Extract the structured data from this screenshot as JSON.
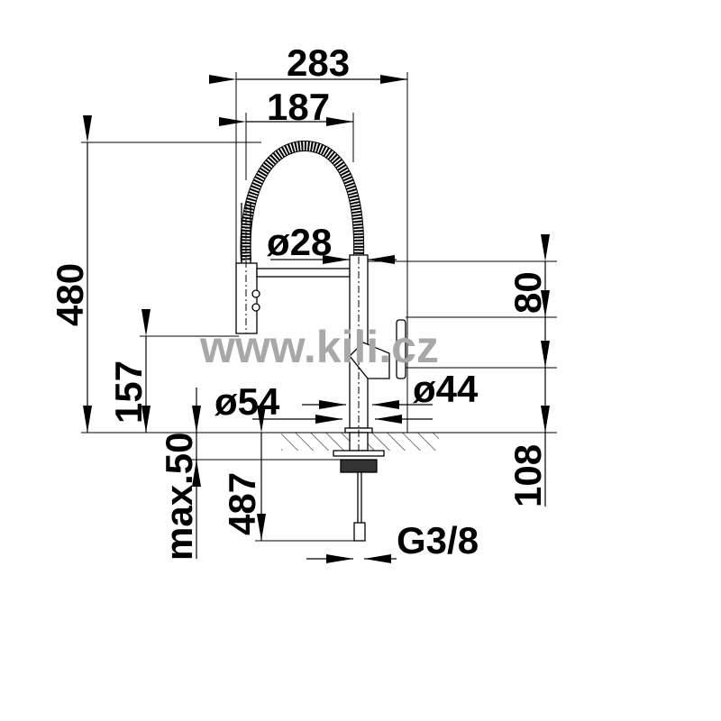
{
  "drawing": {
    "title": "Kitchen faucet dimension drawing",
    "watermark": "www.kili.cz",
    "dimensions": {
      "overall_width": "283",
      "spout_reach": "187",
      "overall_height": "480",
      "spray_height": "157",
      "counter_thickness": "max.50",
      "hose_length": "487",
      "spout_diameter": "ø28",
      "base_diameter": "ø54",
      "body_diameter": "ø44",
      "handle_height": "80",
      "handle_offset": "108",
      "connection_thread": "G3/8"
    }
  }
}
